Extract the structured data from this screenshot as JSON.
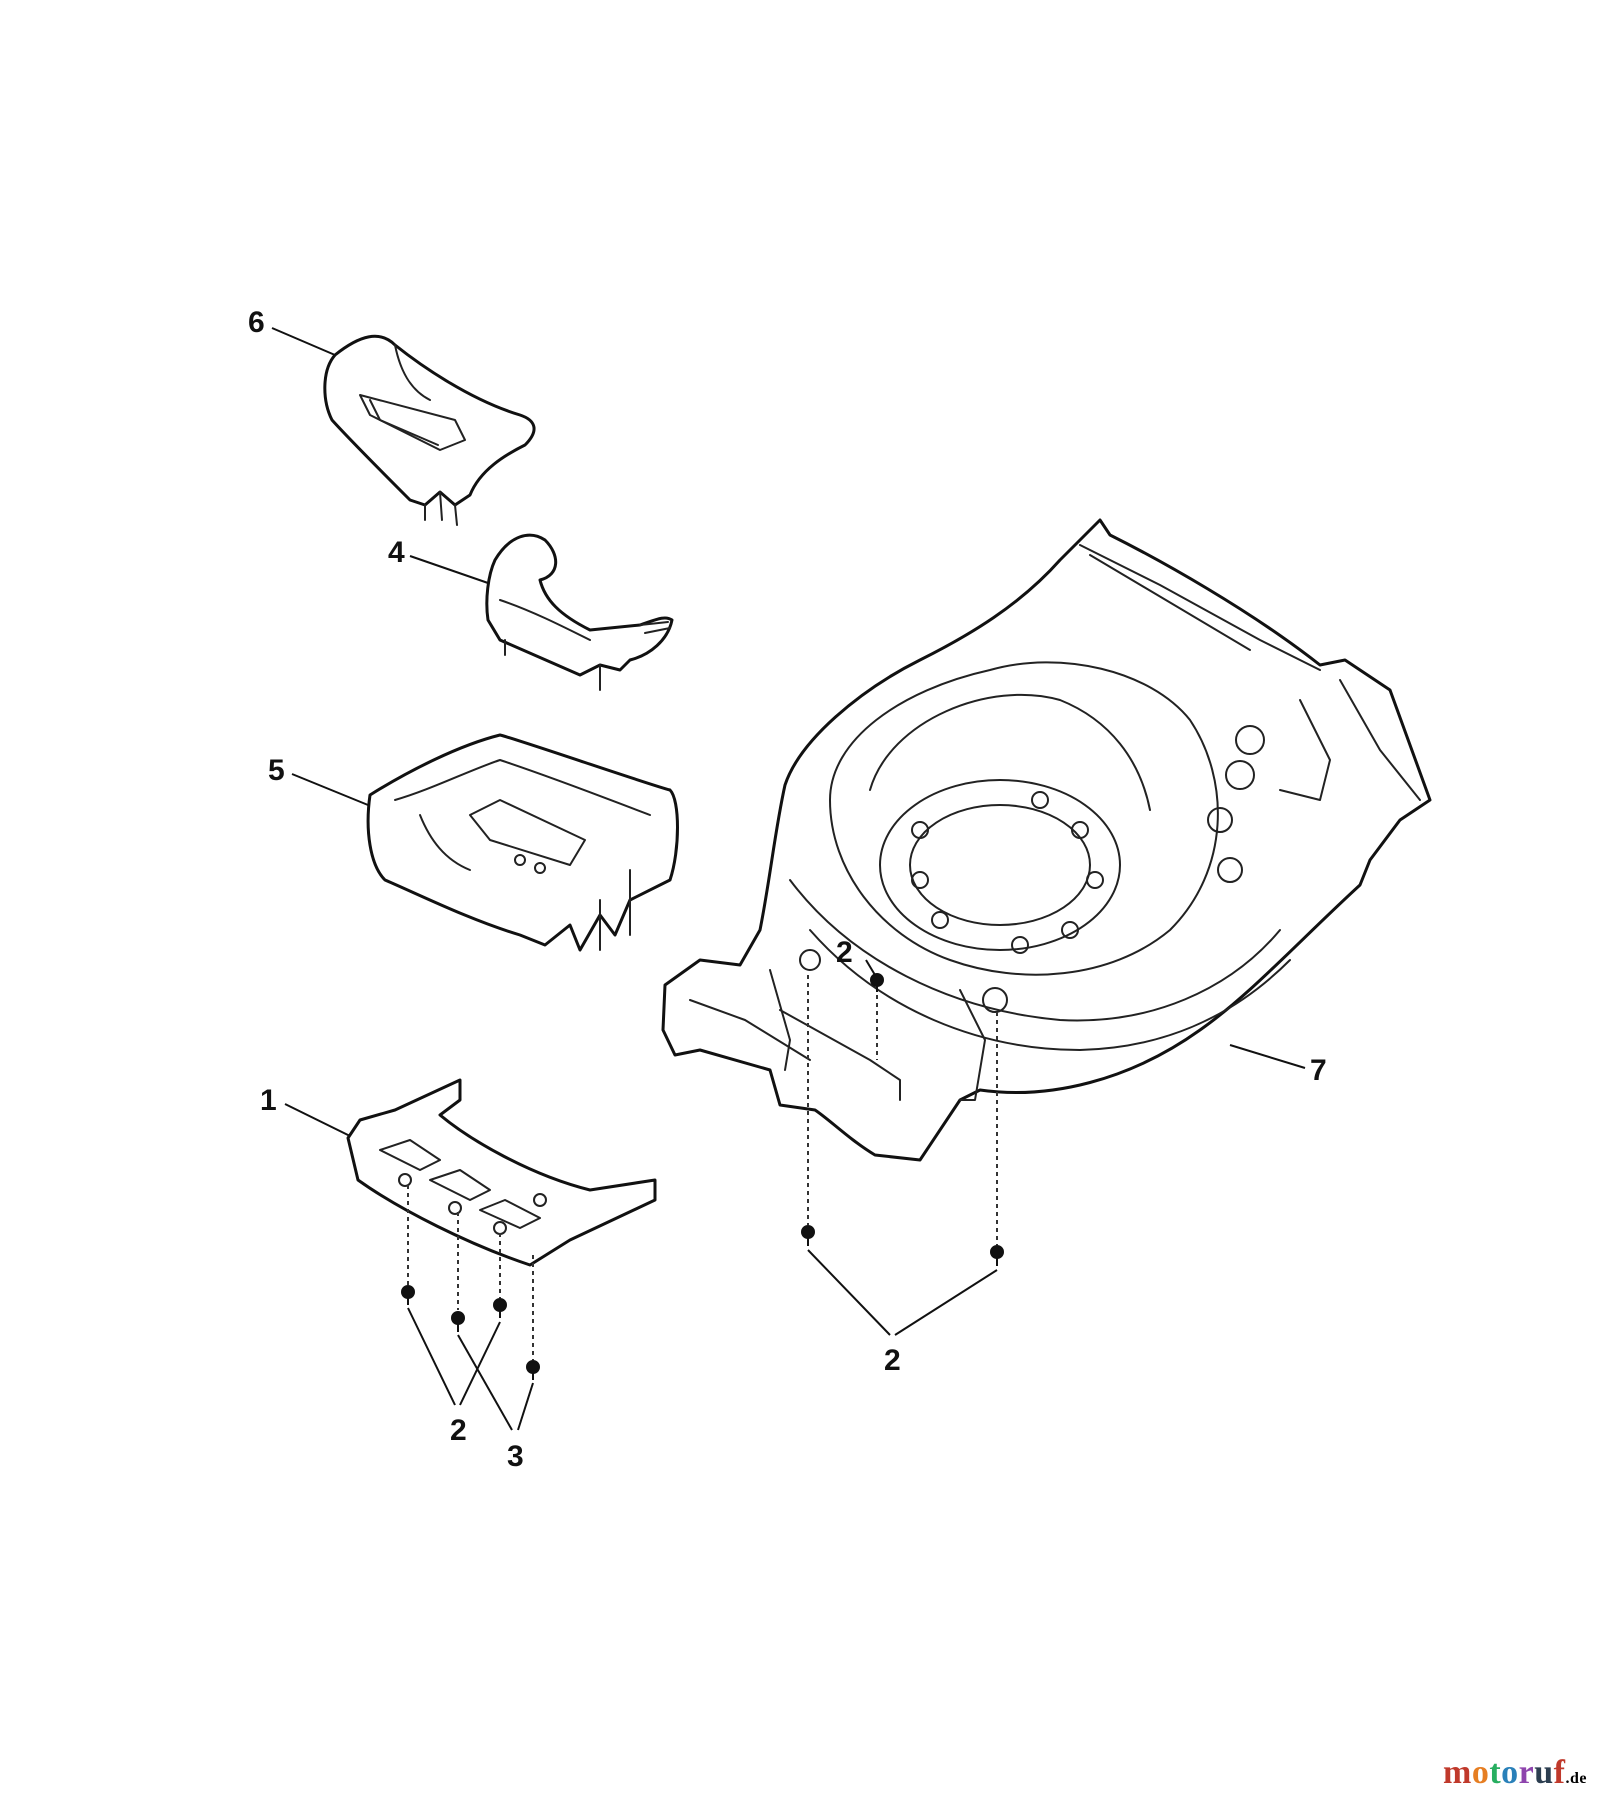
{
  "diagram": {
    "callouts": {
      "part_6": "6",
      "part_4": "4",
      "part_5": "5",
      "part_1": "1",
      "part_7": "7",
      "screw_2_left": "2",
      "screw_3_left": "3",
      "screw_2_deck_top": "2",
      "screw_2_deck_bottom": "2"
    }
  },
  "watermark": {
    "text_main": "motoruf",
    "text_suffix": ".de",
    "colors": [
      "#c0392b",
      "#e67e22",
      "#27ae60",
      "#2980b9",
      "#8e44ad",
      "#2c3e50"
    ]
  }
}
